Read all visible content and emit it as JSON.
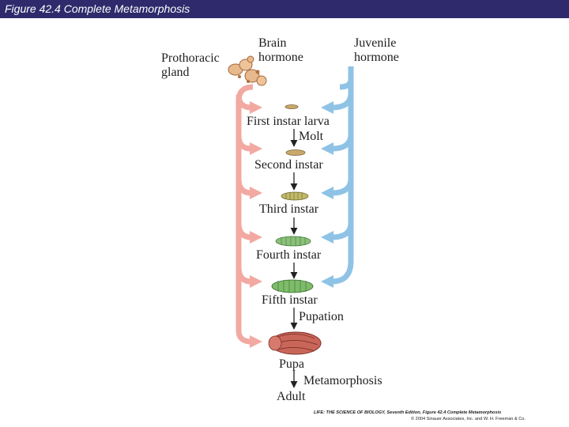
{
  "header": {
    "title": "Figure 42.4 Complete Metamorphosis",
    "bar_color": "#2e2a6b"
  },
  "diagram": {
    "left_labels": {
      "gland_line1": "Prothoracic",
      "gland_line2": "gland"
    },
    "top_labels": {
      "brain_line1": "Brain",
      "brain_line2": "hormone",
      "juvenile_line1": "Juvenile",
      "juvenile_line2": "hormone"
    },
    "stages": [
      "First instar larva",
      "Second instar",
      "Third instar",
      "Fourth instar",
      "Fifth instar",
      "Pupa",
      "Adult"
    ],
    "transitions": {
      "molt": "Molt",
      "pupation": "Pupation",
      "metamorphosis": "Metamorphosis"
    },
    "colors": {
      "ecdysone_arrow": "#f2a9a2",
      "juvenile_arrow": "#8fc3e6",
      "gland": "#e8b98c",
      "pupa": "#c9665a"
    }
  },
  "credit": {
    "line1": "LIFE: THE SCIENCE OF BIOLOGY, Seventh Edition, Figure 42.4 Complete Metamorphosis",
    "line2": "© 2004 Sinauer Associates, Inc. and W. H. Freeman & Co."
  }
}
